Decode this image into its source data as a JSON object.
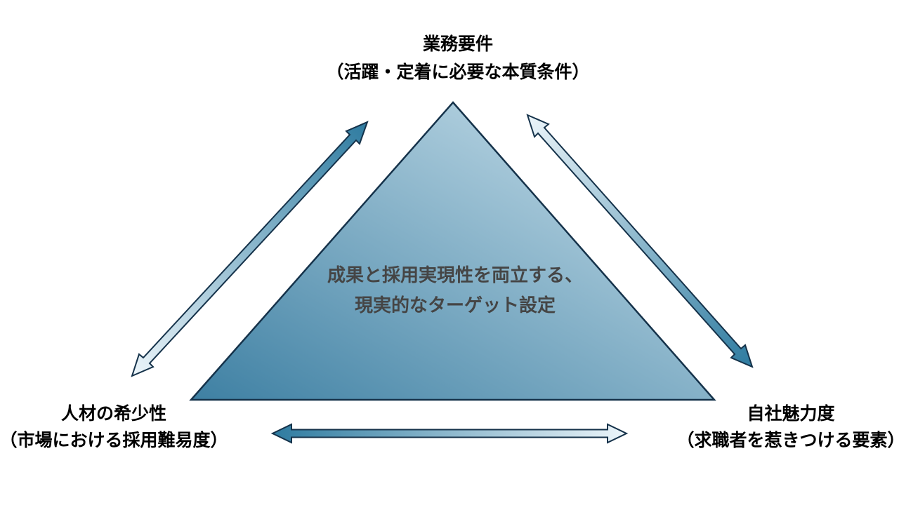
{
  "diagram": {
    "labels": {
      "top": {
        "title": "業務要件",
        "subtitle": "（活躍・定着に必要な本質条件）"
      },
      "left": {
        "title": "人材の希少性",
        "subtitle": "（市場における採用難易度）"
      },
      "right": {
        "title": "自社魅力度",
        "subtitle": "（求職者を惹きつける要素）"
      },
      "center": {
        "line1": "成果と採用実現性を両立する、",
        "line2": "現実的なターゲット設定"
      }
    },
    "colors": {
      "background": "#ffffff",
      "triangle_dark": "#3e80a3",
      "triangle_light": "#cfe4ee",
      "arrow_dark": "#2e7ba0",
      "arrow_light": "#ecf5fa",
      "outline": "#15324a",
      "label_text": "#000000",
      "center_text": "#454545"
    }
  }
}
